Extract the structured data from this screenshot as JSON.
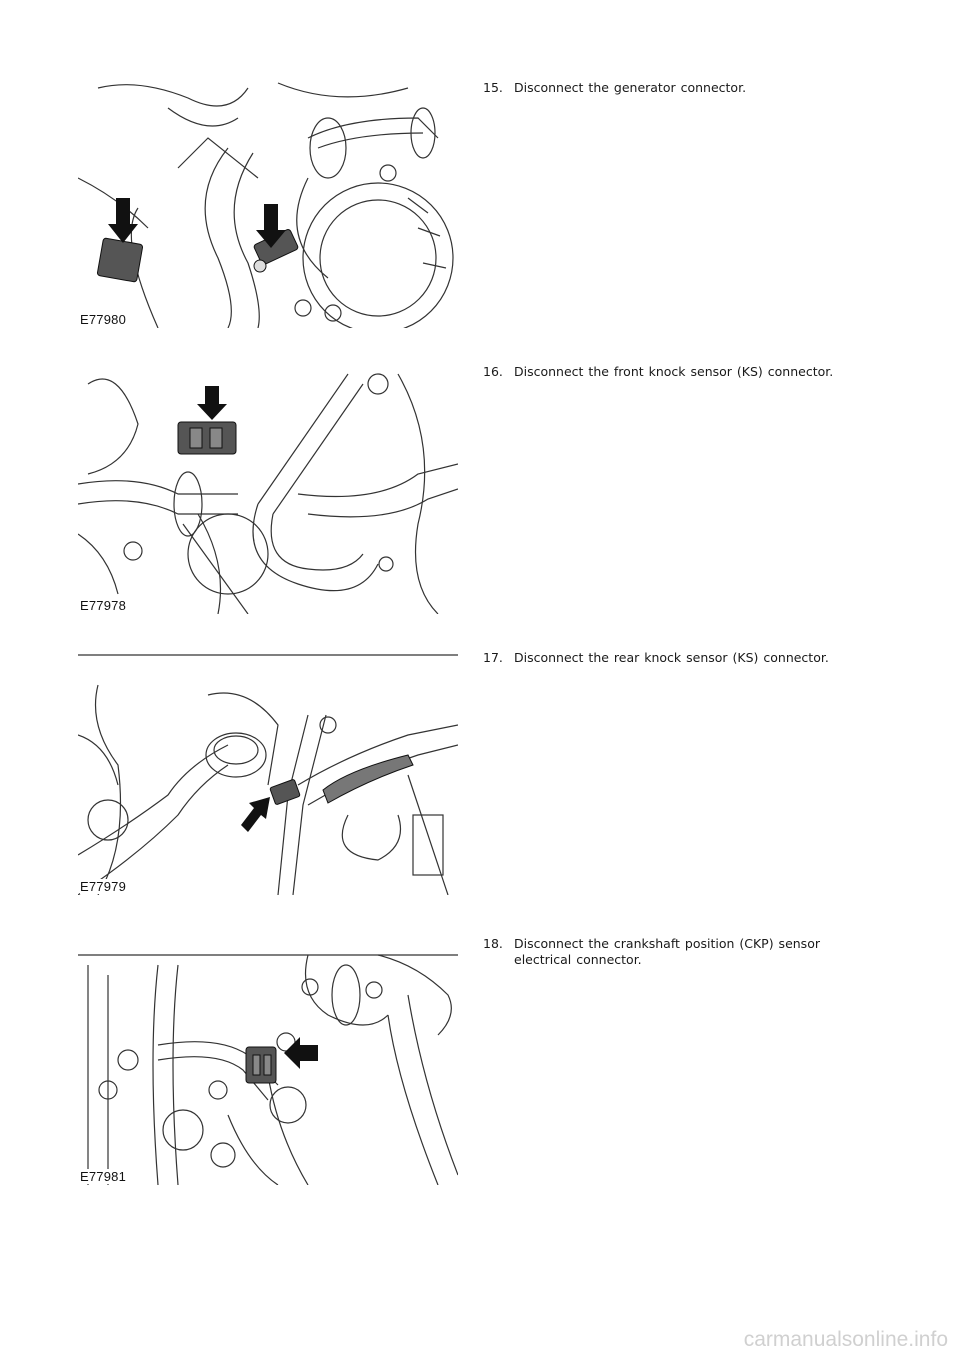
{
  "steps": [
    {
      "number": "15.",
      "text": "Disconnect the generator connector.",
      "figure_label": "E77980"
    },
    {
      "number": "16.",
      "text": "Disconnect the front knock sensor (KS) connector.",
      "figure_label": "E77978"
    },
    {
      "number": "17.",
      "text": "Disconnect the rear knock sensor (KS) connector.",
      "figure_label": "E77979"
    },
    {
      "number": "18.",
      "text": "Disconnect the crankshaft position (CKP) sensor electrical connector.",
      "figure_label": "E77981"
    }
  ],
  "watermark": "carmanualsonline.info"
}
